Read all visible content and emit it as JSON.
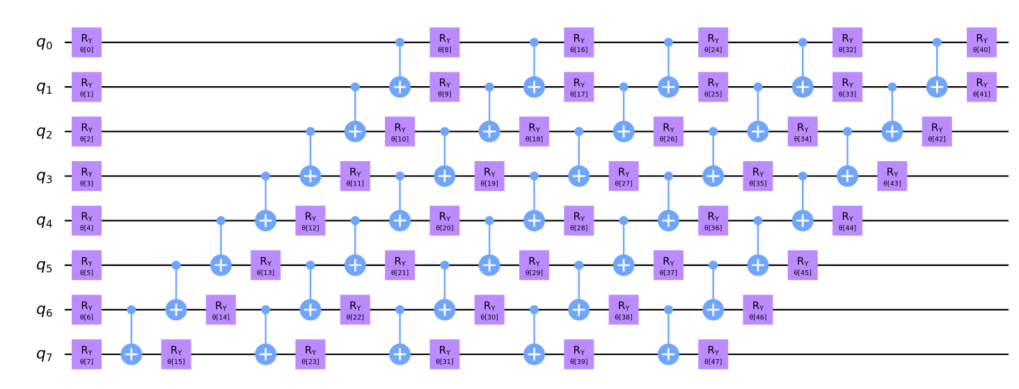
{
  "circuit": {
    "colors": {
      "wire": "#000000",
      "ry_gate": "#bb8bff",
      "cx_gate": "#6fa4ff",
      "cx_target_symbol": "#ffffff",
      "text": "#000000"
    },
    "qubits": [
      {
        "name": "q",
        "index": "0"
      },
      {
        "name": "q",
        "index": "1"
      },
      {
        "name": "q",
        "index": "2"
      },
      {
        "name": "q",
        "index": "3"
      },
      {
        "name": "q",
        "index": "4"
      },
      {
        "name": "q",
        "index": "5"
      },
      {
        "name": "q",
        "index": "6"
      },
      {
        "name": "q",
        "index": "7"
      }
    ],
    "gate_label": {
      "base": "R",
      "sub": "Y"
    },
    "gates": [
      {
        "col": 0,
        "type": "ry",
        "qubit": 0,
        "param": "θ[0]"
      },
      {
        "col": 0,
        "type": "ry",
        "qubit": 1,
        "param": "θ[1]"
      },
      {
        "col": 0,
        "type": "ry",
        "qubit": 2,
        "param": "θ[2]"
      },
      {
        "col": 0,
        "type": "ry",
        "qubit": 3,
        "param": "θ[3]"
      },
      {
        "col": 0,
        "type": "ry",
        "qubit": 4,
        "param": "θ[4]"
      },
      {
        "col": 0,
        "type": "ry",
        "qubit": 5,
        "param": "θ[5]"
      },
      {
        "col": 0,
        "type": "ry",
        "qubit": 6,
        "param": "θ[6]"
      },
      {
        "col": 0,
        "type": "ry",
        "qubit": 7,
        "param": "θ[7]"
      },
      {
        "col": 1,
        "type": "cx",
        "control": 6,
        "target": 7
      },
      {
        "col": 2,
        "type": "cx",
        "control": 5,
        "target": 6
      },
      {
        "col": 2,
        "type": "ry",
        "qubit": 7,
        "param": "θ[15]"
      },
      {
        "col": 3,
        "type": "cx",
        "control": 4,
        "target": 5
      },
      {
        "col": 3,
        "type": "ry",
        "qubit": 6,
        "param": "θ[14]"
      },
      {
        "col": 4,
        "type": "cx",
        "control": 3,
        "target": 4
      },
      {
        "col": 4,
        "type": "ry",
        "qubit": 5,
        "param": "θ[13]"
      },
      {
        "col": 4,
        "type": "cx",
        "control": 6,
        "target": 7
      },
      {
        "col": 5,
        "type": "cx",
        "control": 2,
        "target": 3
      },
      {
        "col": 5,
        "type": "ry",
        "qubit": 4,
        "param": "θ[12]"
      },
      {
        "col": 5,
        "type": "cx",
        "control": 5,
        "target": 6
      },
      {
        "col": 5,
        "type": "ry",
        "qubit": 7,
        "param": "θ[23]"
      },
      {
        "col": 6,
        "type": "cx",
        "control": 1,
        "target": 2
      },
      {
        "col": 6,
        "type": "ry",
        "qubit": 3,
        "param": "θ[11]"
      },
      {
        "col": 6,
        "type": "cx",
        "control": 4,
        "target": 5
      },
      {
        "col": 6,
        "type": "ry",
        "qubit": 6,
        "param": "θ[22]"
      },
      {
        "col": 7,
        "type": "cx",
        "control": 0,
        "target": 1
      },
      {
        "col": 7,
        "type": "ry",
        "qubit": 2,
        "param": "θ[10]"
      },
      {
        "col": 7,
        "type": "cx",
        "control": 3,
        "target": 4
      },
      {
        "col": 7,
        "type": "ry",
        "qubit": 5,
        "param": "θ[21]"
      },
      {
        "col": 7,
        "type": "cx",
        "control": 6,
        "target": 7
      },
      {
        "col": 8,
        "type": "ry",
        "qubit": 0,
        "param": "θ[8]"
      },
      {
        "col": 8,
        "type": "ry",
        "qubit": 1,
        "param": "θ[9]"
      },
      {
        "col": 8,
        "type": "cx",
        "control": 2,
        "target": 3
      },
      {
        "col": 8,
        "type": "ry",
        "qubit": 4,
        "param": "θ[20]"
      },
      {
        "col": 8,
        "type": "cx",
        "control": 5,
        "target": 6
      },
      {
        "col": 8,
        "type": "ry",
        "qubit": 7,
        "param": "θ[31]"
      },
      {
        "col": 9,
        "type": "cx",
        "control": 1,
        "target": 2
      },
      {
        "col": 9,
        "type": "ry",
        "qubit": 3,
        "param": "θ[19]"
      },
      {
        "col": 9,
        "type": "cx",
        "control": 4,
        "target": 5
      },
      {
        "col": 9,
        "type": "ry",
        "qubit": 6,
        "param": "θ[30]"
      },
      {
        "col": 10,
        "type": "cx",
        "control": 0,
        "target": 1
      },
      {
        "col": 10,
        "type": "ry",
        "qubit": 2,
        "param": "θ[18]"
      },
      {
        "col": 10,
        "type": "cx",
        "control": 3,
        "target": 4
      },
      {
        "col": 10,
        "type": "ry",
        "qubit": 5,
        "param": "θ[29]"
      },
      {
        "col": 10,
        "type": "cx",
        "control": 6,
        "target": 7
      },
      {
        "col": 11,
        "type": "ry",
        "qubit": 0,
        "param": "θ[16]"
      },
      {
        "col": 11,
        "type": "ry",
        "qubit": 1,
        "param": "θ[17]"
      },
      {
        "col": 11,
        "type": "cx",
        "control": 2,
        "target": 3
      },
      {
        "col": 11,
        "type": "ry",
        "qubit": 4,
        "param": "θ[28]"
      },
      {
        "col": 11,
        "type": "cx",
        "control": 5,
        "target": 6
      },
      {
        "col": 11,
        "type": "ry",
        "qubit": 7,
        "param": "θ[39]"
      },
      {
        "col": 12,
        "type": "cx",
        "control": 1,
        "target": 2
      },
      {
        "col": 12,
        "type": "ry",
        "qubit": 3,
        "param": "θ[27]"
      },
      {
        "col": 12,
        "type": "cx",
        "control": 4,
        "target": 5
      },
      {
        "col": 12,
        "type": "ry",
        "qubit": 6,
        "param": "θ[38]"
      },
      {
        "col": 13,
        "type": "cx",
        "control": 0,
        "target": 1
      },
      {
        "col": 13,
        "type": "ry",
        "qubit": 2,
        "param": "θ[26]"
      },
      {
        "col": 13,
        "type": "cx",
        "control": 3,
        "target": 4
      },
      {
        "col": 13,
        "type": "ry",
        "qubit": 5,
        "param": "θ[37]"
      },
      {
        "col": 13,
        "type": "cx",
        "control": 6,
        "target": 7
      },
      {
        "col": 14,
        "type": "ry",
        "qubit": 0,
        "param": "θ[24]"
      },
      {
        "col": 14,
        "type": "ry",
        "qubit": 1,
        "param": "θ[25]"
      },
      {
        "col": 14,
        "type": "cx",
        "control": 2,
        "target": 3
      },
      {
        "col": 14,
        "type": "ry",
        "qubit": 4,
        "param": "θ[36]"
      },
      {
        "col": 14,
        "type": "cx",
        "control": 5,
        "target": 6
      },
      {
        "col": 14,
        "type": "ry",
        "qubit": 7,
        "param": "θ[47]"
      },
      {
        "col": 15,
        "type": "cx",
        "control": 1,
        "target": 2
      },
      {
        "col": 15,
        "type": "ry",
        "qubit": 3,
        "param": "θ[35]"
      },
      {
        "col": 15,
        "type": "cx",
        "control": 4,
        "target": 5
      },
      {
        "col": 15,
        "type": "ry",
        "qubit": 6,
        "param": "θ[46]"
      },
      {
        "col": 16,
        "type": "cx",
        "control": 0,
        "target": 1
      },
      {
        "col": 16,
        "type": "ry",
        "qubit": 2,
        "param": "θ[34]"
      },
      {
        "col": 16,
        "type": "cx",
        "control": 3,
        "target": 4
      },
      {
        "col": 16,
        "type": "ry",
        "qubit": 5,
        "param": "θ[45]"
      },
      {
        "col": 17,
        "type": "ry",
        "qubit": 0,
        "param": "θ[32]"
      },
      {
        "col": 17,
        "type": "ry",
        "qubit": 1,
        "param": "θ[33]"
      },
      {
        "col": 17,
        "type": "cx",
        "control": 2,
        "target": 3
      },
      {
        "col": 17,
        "type": "ry",
        "qubit": 4,
        "param": "θ[44]"
      },
      {
        "col": 18,
        "type": "cx",
        "control": 1,
        "target": 2
      },
      {
        "col": 18,
        "type": "ry",
        "qubit": 3,
        "param": "θ[43]"
      },
      {
        "col": 19,
        "type": "cx",
        "control": 0,
        "target": 1
      },
      {
        "col": 19,
        "type": "ry",
        "qubit": 2,
        "param": "θ[42]"
      },
      {
        "col": 20,
        "type": "ry",
        "qubit": 0,
        "param": "θ[40]"
      },
      {
        "col": 20,
        "type": "ry",
        "qubit": 1,
        "param": "θ[41]"
      }
    ]
  }
}
